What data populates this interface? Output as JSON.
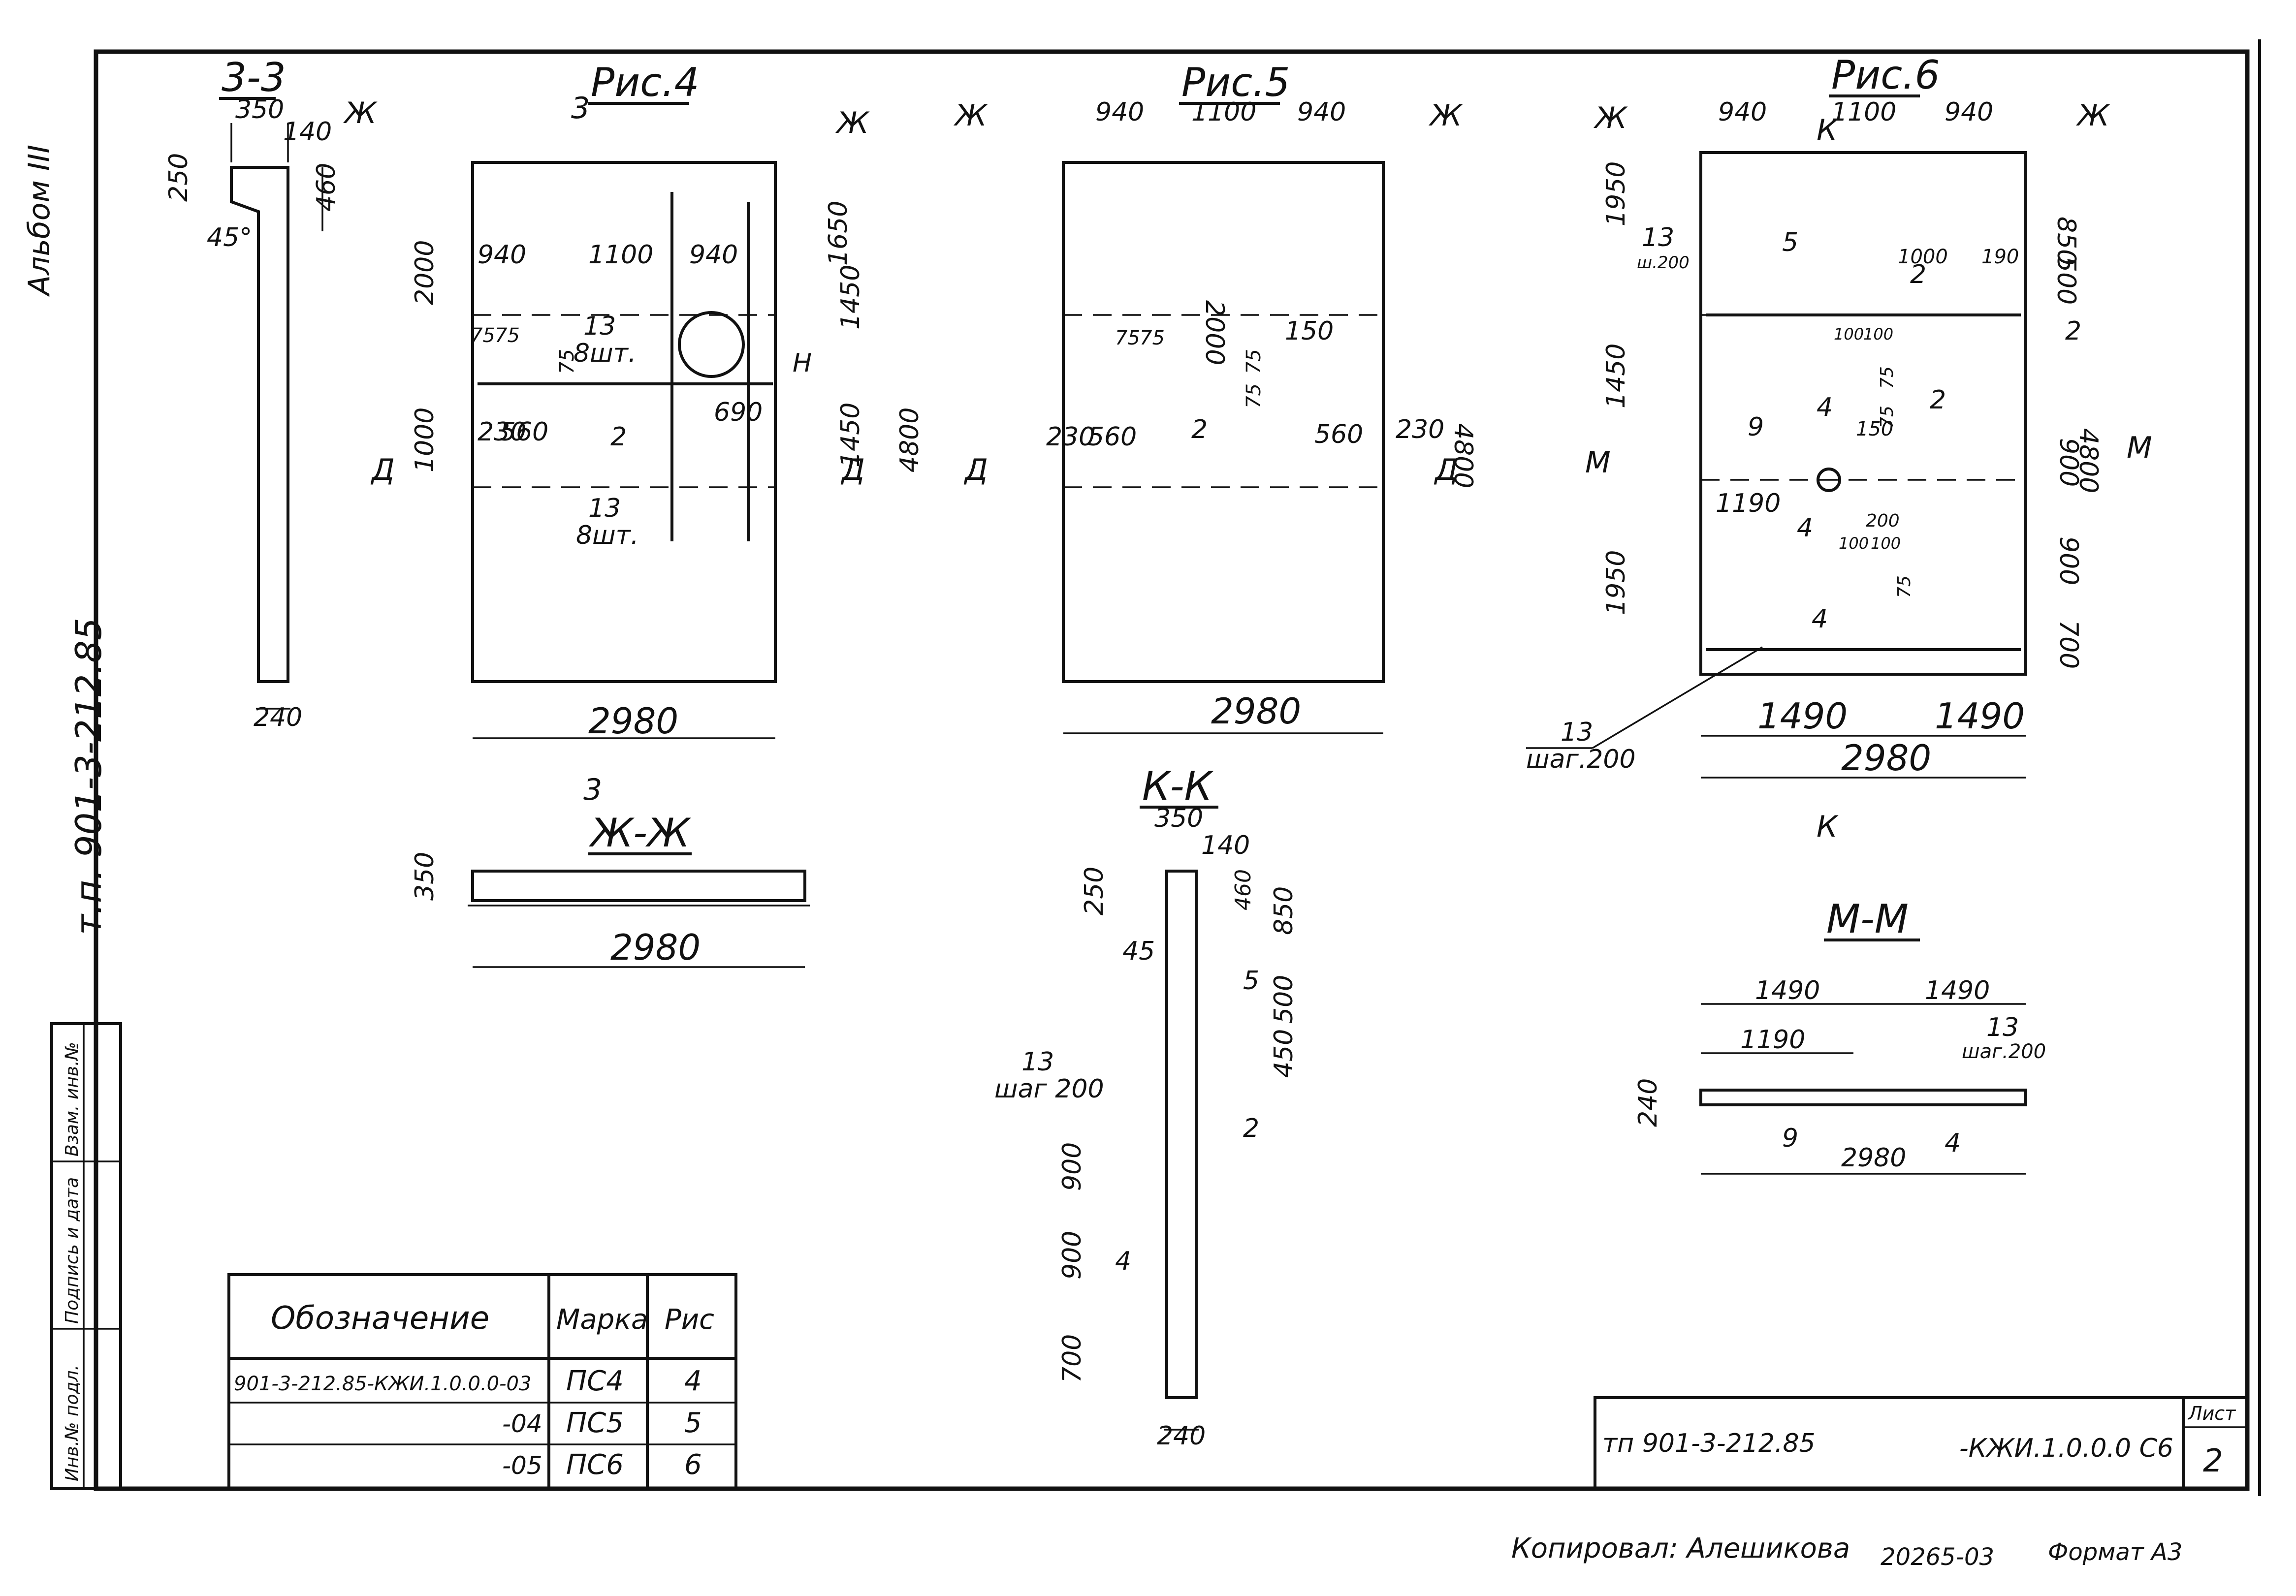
{
  "side_stamp": {
    "album": "Альбом III",
    "project": "т.п. 901-3-212.85",
    "cols": [
      "Инв.№ подл.",
      "Подпись и дата",
      "Взам. инв.№"
    ]
  },
  "views": {
    "s33": {
      "title": "3-3",
      "d350": "350",
      "d140": "140",
      "d250": "250",
      "d460": "460",
      "angle": "45°",
      "d240": "240"
    },
    "fig4": {
      "title": "Рис.4",
      "sec_z": "Ж",
      "sec_3": "3",
      "sec_d": "Д",
      "d2000": "2000",
      "d940a": "940",
      "d1100": "1100",
      "d940b": "940",
      "d1650": "1650",
      "d1450a": "1450",
      "d75a": "75",
      "d75b": "75",
      "r13a": "13",
      "r13a_cnt": "8шт.",
      "d75c": "75",
      "dH": "Н",
      "d1000": "1000",
      "d230": "230",
      "d560": "560",
      "r2": "2",
      "d690": "690",
      "d1450b": "1450",
      "d4800": "4800",
      "r13b": "13",
      "r13b_cnt": "8шт.",
      "d2980": "2980"
    },
    "fig5": {
      "title": "Рис.5",
      "sec_z": "Ж",
      "sec_d": "Д",
      "d940a": "940",
      "d1100": "1100",
      "d940b": "940",
      "d2000": "2000",
      "d75a": "75",
      "d75b": "75",
      "d150": "150",
      "d75c": "75",
      "d75d": "75",
      "d230a": "230",
      "d560a": "560",
      "r2": "2",
      "d560b": "560",
      "d230b": "230",
      "d4800": "4800",
      "d2980": "2980"
    },
    "fig6": {
      "title": "Рис.6",
      "sec_z": "Ж",
      "sec_k": "К",
      "sec_m": "М",
      "d940a": "940",
      "d1100": "1100",
      "d940b": "940",
      "d1950a": "1950",
      "d850": "850",
      "d500": "500",
      "r13": "13",
      "r13_step": "ш.200",
      "r5": "5",
      "r2a": "2",
      "d1000": "1000",
      "d190": "190",
      "r2b": "2",
      "d100a": "100",
      "d100b": "100",
      "d1450": "1450",
      "r4a": "4",
      "d75a": "75",
      "d75b": "75",
      "r2c": "2",
      "d4800": "4800",
      "r9": "9",
      "d150": "150",
      "d900a": "900",
      "r4b": "4",
      "d1190": "1190",
      "d200": "200",
      "d100c": "100",
      "d100d": "100",
      "d1950b": "1950",
      "d900b": "900",
      "r4c": "4",
      "d75c": "75",
      "d700": "700",
      "r13b": "13",
      "r13b_step": "шаг.200",
      "d1490a": "1490",
      "d1490b": "1490",
      "d2980": "2980"
    },
    "szz": {
      "title": "Ж-Ж",
      "d350": "350",
      "d2980": "2980",
      "sec_3": "3"
    },
    "skk": {
      "title": "К-К",
      "d350": "350",
      "d140": "140",
      "d250": "250",
      "d460": "460",
      "d850": "850",
      "angle": "45",
      "r5": "5",
      "d500": "500",
      "d450": "450",
      "r13": "13",
      "r13_step": "шаг 200",
      "r2": "2",
      "d900a": "900",
      "d900b": "900",
      "r4": "4",
      "d700": "700",
      "d240": "240"
    },
    "smm": {
      "title": "М-М",
      "d1490a": "1490",
      "d1490b": "1490",
      "d1190": "1190",
      "r13": "13",
      "r13_step": "шаг.200",
      "d240": "240",
      "r9": "9",
      "r4": "4",
      "d2980": "2980"
    }
  },
  "spec_table": {
    "headers": [
      "Обозначение",
      "Марка",
      "Рис"
    ],
    "rows": [
      {
        "code": "901-3-212.85-КЖИ.1.0.0.0-03",
        "mark": "ПС4",
        "fig": "4"
      },
      {
        "code": "-04",
        "mark": "ПС5",
        "fig": "5"
      },
      {
        "code": "-05",
        "mark": "ПС6",
        "fig": "6"
      }
    ]
  },
  "title_block": {
    "project": "тп 901-3-212.85",
    "doc": "-КЖИ.1.0.0.0 С6",
    "sheet_label": "Лист",
    "sheet_no": "2"
  },
  "footer": {
    "copied": "Копировал: Алешикова",
    "order": "20265-03",
    "format": "Формат А3"
  }
}
